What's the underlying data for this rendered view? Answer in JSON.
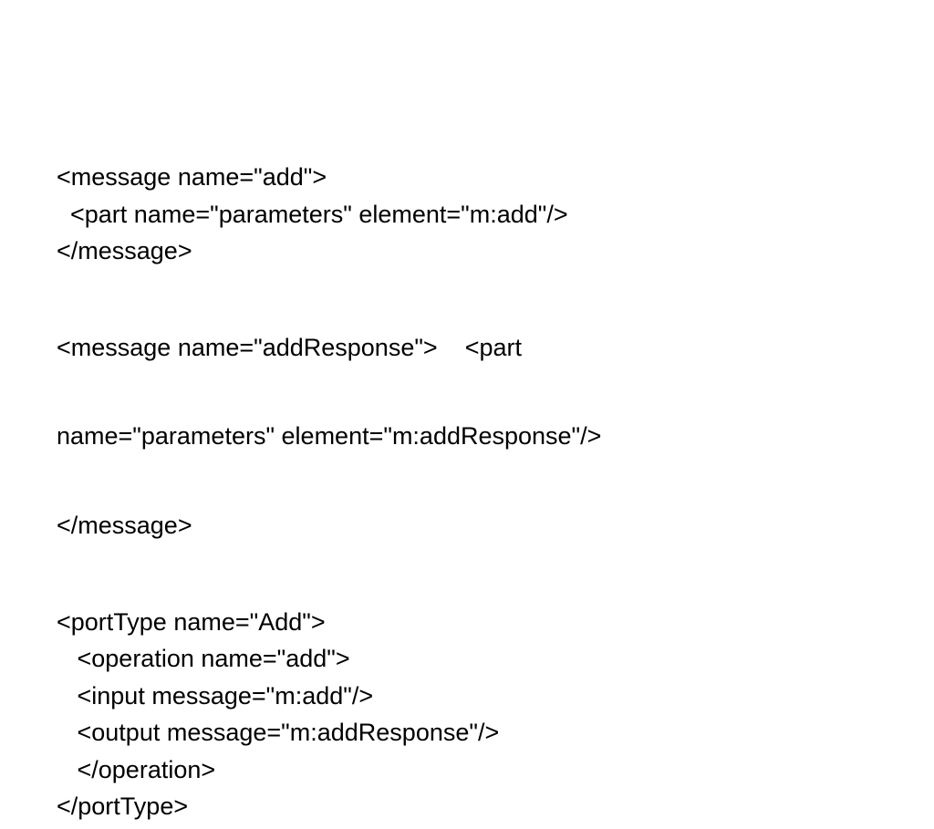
{
  "slide": {
    "lines": [
      "<message name=\"add\">",
      "  <part name=\"parameters\" element=\"m:add\"/>",
      "</message>",
      "<message name=\"addResponse\">    <part",
      "name=\"parameters\" element=\"m:addResponse\"/>",
      "</message>",
      "<portType name=\"Add\">",
      "   <operation name=\"add\">",
      "   <input message=\"m:add\"/>",
      "   <output message=\"m:addResponse\"/>",
      "   </operation>",
      "</portType>"
    ]
  }
}
